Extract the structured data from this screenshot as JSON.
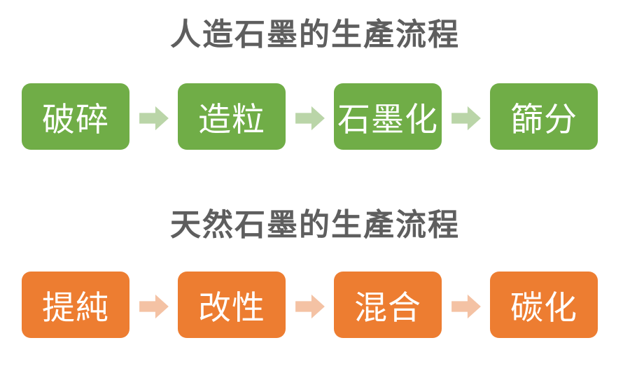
{
  "colors": {
    "background": "#FFFFFF",
    "title_text": "#5E5E5E",
    "step_text": "#FFFFFF",
    "artificial_box": "#70AD47",
    "artificial_arrow": "#BAD5A8",
    "natural_box": "#ED7D31",
    "natural_arrow": "#F4C2A4"
  },
  "flows": [
    {
      "title": "人造石墨的生產流程",
      "steps": [
        "破碎",
        "造粒",
        "石墨化",
        "篩分"
      ]
    },
    {
      "title": "天然石墨的生產流程",
      "steps": [
        "提純",
        "改性",
        "混合",
        "碳化"
      ]
    }
  ]
}
